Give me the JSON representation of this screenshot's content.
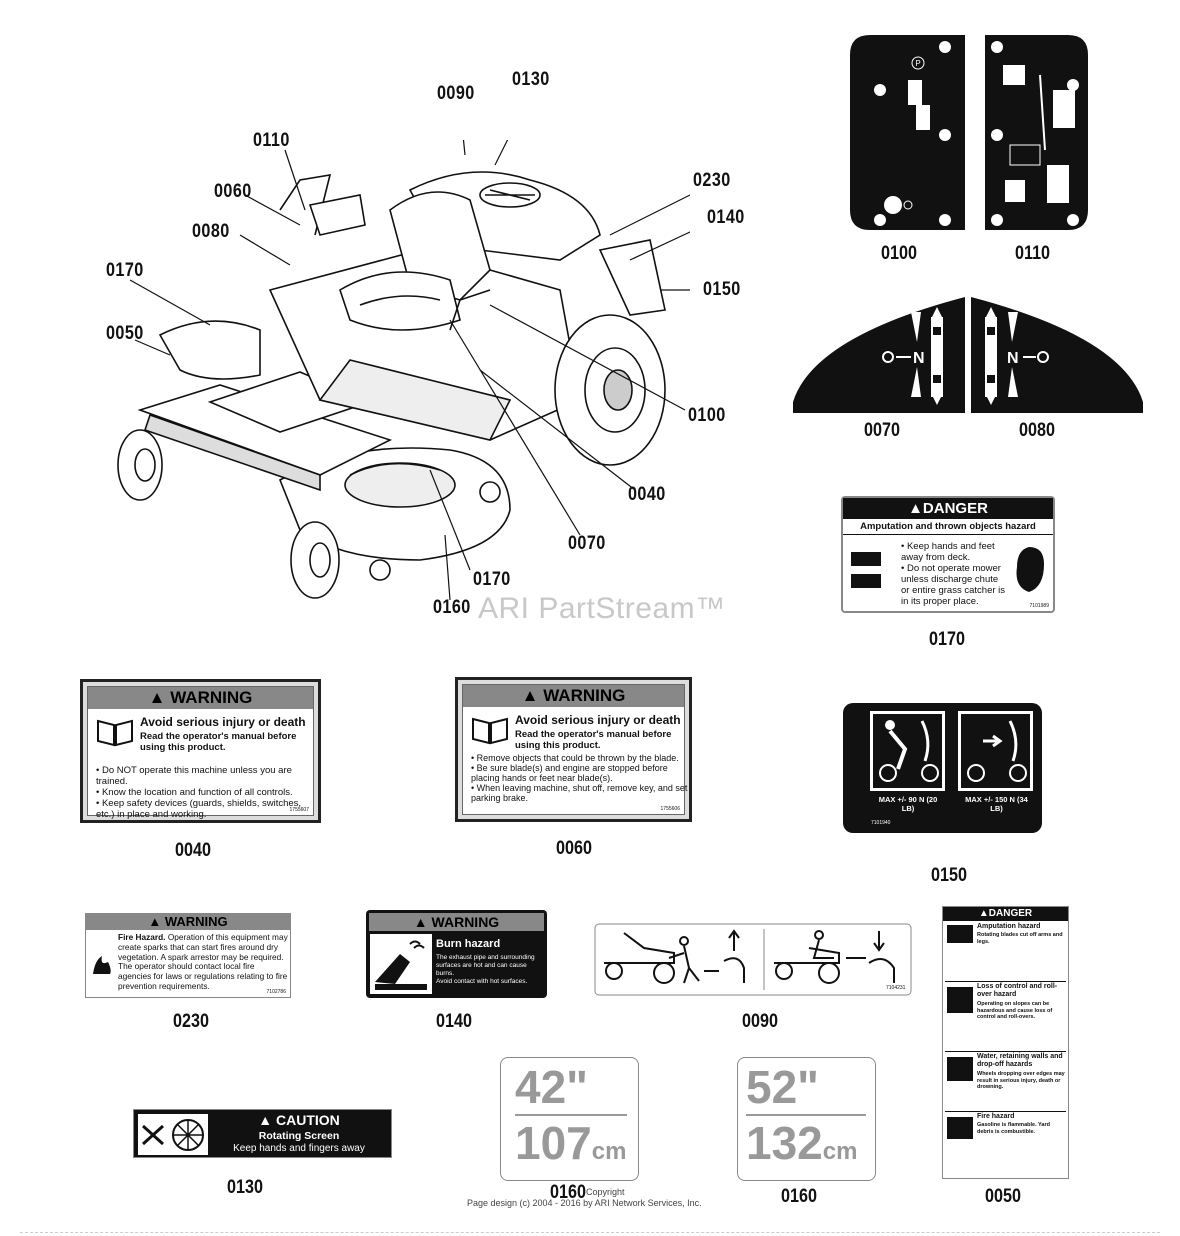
{
  "callouts": {
    "c0090": "0090",
    "c0130": "0130",
    "c0110": "0110",
    "c0060": "0060",
    "c0080": "0080",
    "c0230": "0230",
    "c0140": "0140",
    "c0150": "0150",
    "c0170a": "0170",
    "c0050": "0050",
    "c0100": "0100",
    "c0040": "0040",
    "c0070": "0070",
    "c0170b": "0170",
    "c0160": "0160"
  },
  "decals": {
    "d0100": {
      "part": "0100",
      "symbol": "P"
    },
    "d0110": {
      "part": "0110"
    },
    "d0070": {
      "part": "0070",
      "n": "N"
    },
    "d0080": {
      "part": "0080",
      "n": "N"
    },
    "d0170": {
      "part": "0170",
      "header": "DANGER",
      "subtitle": "Amputation and thrown objects hazard",
      "bullet1": "• Keep hands and feet away from deck.",
      "bullet2": "• Do not operate mower unless discharge chute or entire grass catcher is in its proper place.",
      "code": "7101989"
    },
    "d0040": {
      "part": "0040",
      "header": "WARNING",
      "title": "Avoid serious injury or death",
      "sub": "Read the operator's manual before using this product.",
      "b1": "• Do NOT operate this machine unless you are trained.",
      "b2": "• Know the location and function of all controls.",
      "b3": "• Keep safety devices (guards, shields, switches, etc.) in place and working.",
      "code": "1755607"
    },
    "d0060": {
      "part": "0060",
      "header": "WARNING",
      "title": "Avoid serious injury or death",
      "sub": "Read the operator's manual before using this product.",
      "b1": "• Remove objects that could be thrown by the blade.",
      "b2": "• Be sure blade(s) and engine are stopped before placing hands or feet near blade(s).",
      "b3": "• When leaving machine, shut off, remove key, and set parking brake.",
      "code": "1755606"
    },
    "d0150": {
      "part": "0150",
      "left": "MAX +/- 90 N (20 LB)",
      "right": "MAX +/- 150 N (34 LB)",
      "code": "7101940"
    },
    "d0230": {
      "part": "0230",
      "header": "WARNING",
      "lead": "Fire Hazard.",
      "text": "Operation of this equipment may create sparks that can start fires around dry vegetation. A spark arrestor may be required. The operator should contact local fire agencies for laws or regulations relating to fire prevention requirements.",
      "code": "7102786"
    },
    "d0140": {
      "part": "0140",
      "header": "WARNING",
      "title": "Burn hazard",
      "text": "The exhaust pipe and surrounding surfaces are hot and can cause burns.",
      "text2": "Avoid contact with hot surfaces."
    },
    "d0090": {
      "part": "0090",
      "code": "7104231"
    },
    "d0050": {
      "part": "0050",
      "header": "DANGER",
      "s1": "Amputation hazard",
      "s1b": "Rotating blades cut off arms and legs.",
      "s2": "Loss of control and roll-over hazard",
      "s2b": "Operating on slopes can be hazardous and cause loss of control and roll-overs.",
      "s3": "Water, retaining walls and drop-off hazards",
      "s3b": "Wheels dropping over edges may result in serious injury, death or drowning.",
      "s4": "Fire hazard",
      "s4b": "Gasoline is flammable. Yard debris is combustible."
    },
    "d0130": {
      "part": "0130",
      "header": "CAUTION",
      "title": "Rotating Screen",
      "text": "Keep hands and fingers away"
    },
    "d0160a": {
      "part": "0160",
      "inch": "42\"",
      "cm": "107",
      "unit": "cm"
    },
    "d0160b": {
      "part": "0160",
      "inch": "52\"",
      "cm": "132",
      "unit": "cm"
    }
  },
  "watermark": "ARI PartStream™",
  "footer": {
    "line1": "Copyright",
    "line2": "Page design (c) 2004 - 2016 by ARI Network Services, Inc."
  }
}
